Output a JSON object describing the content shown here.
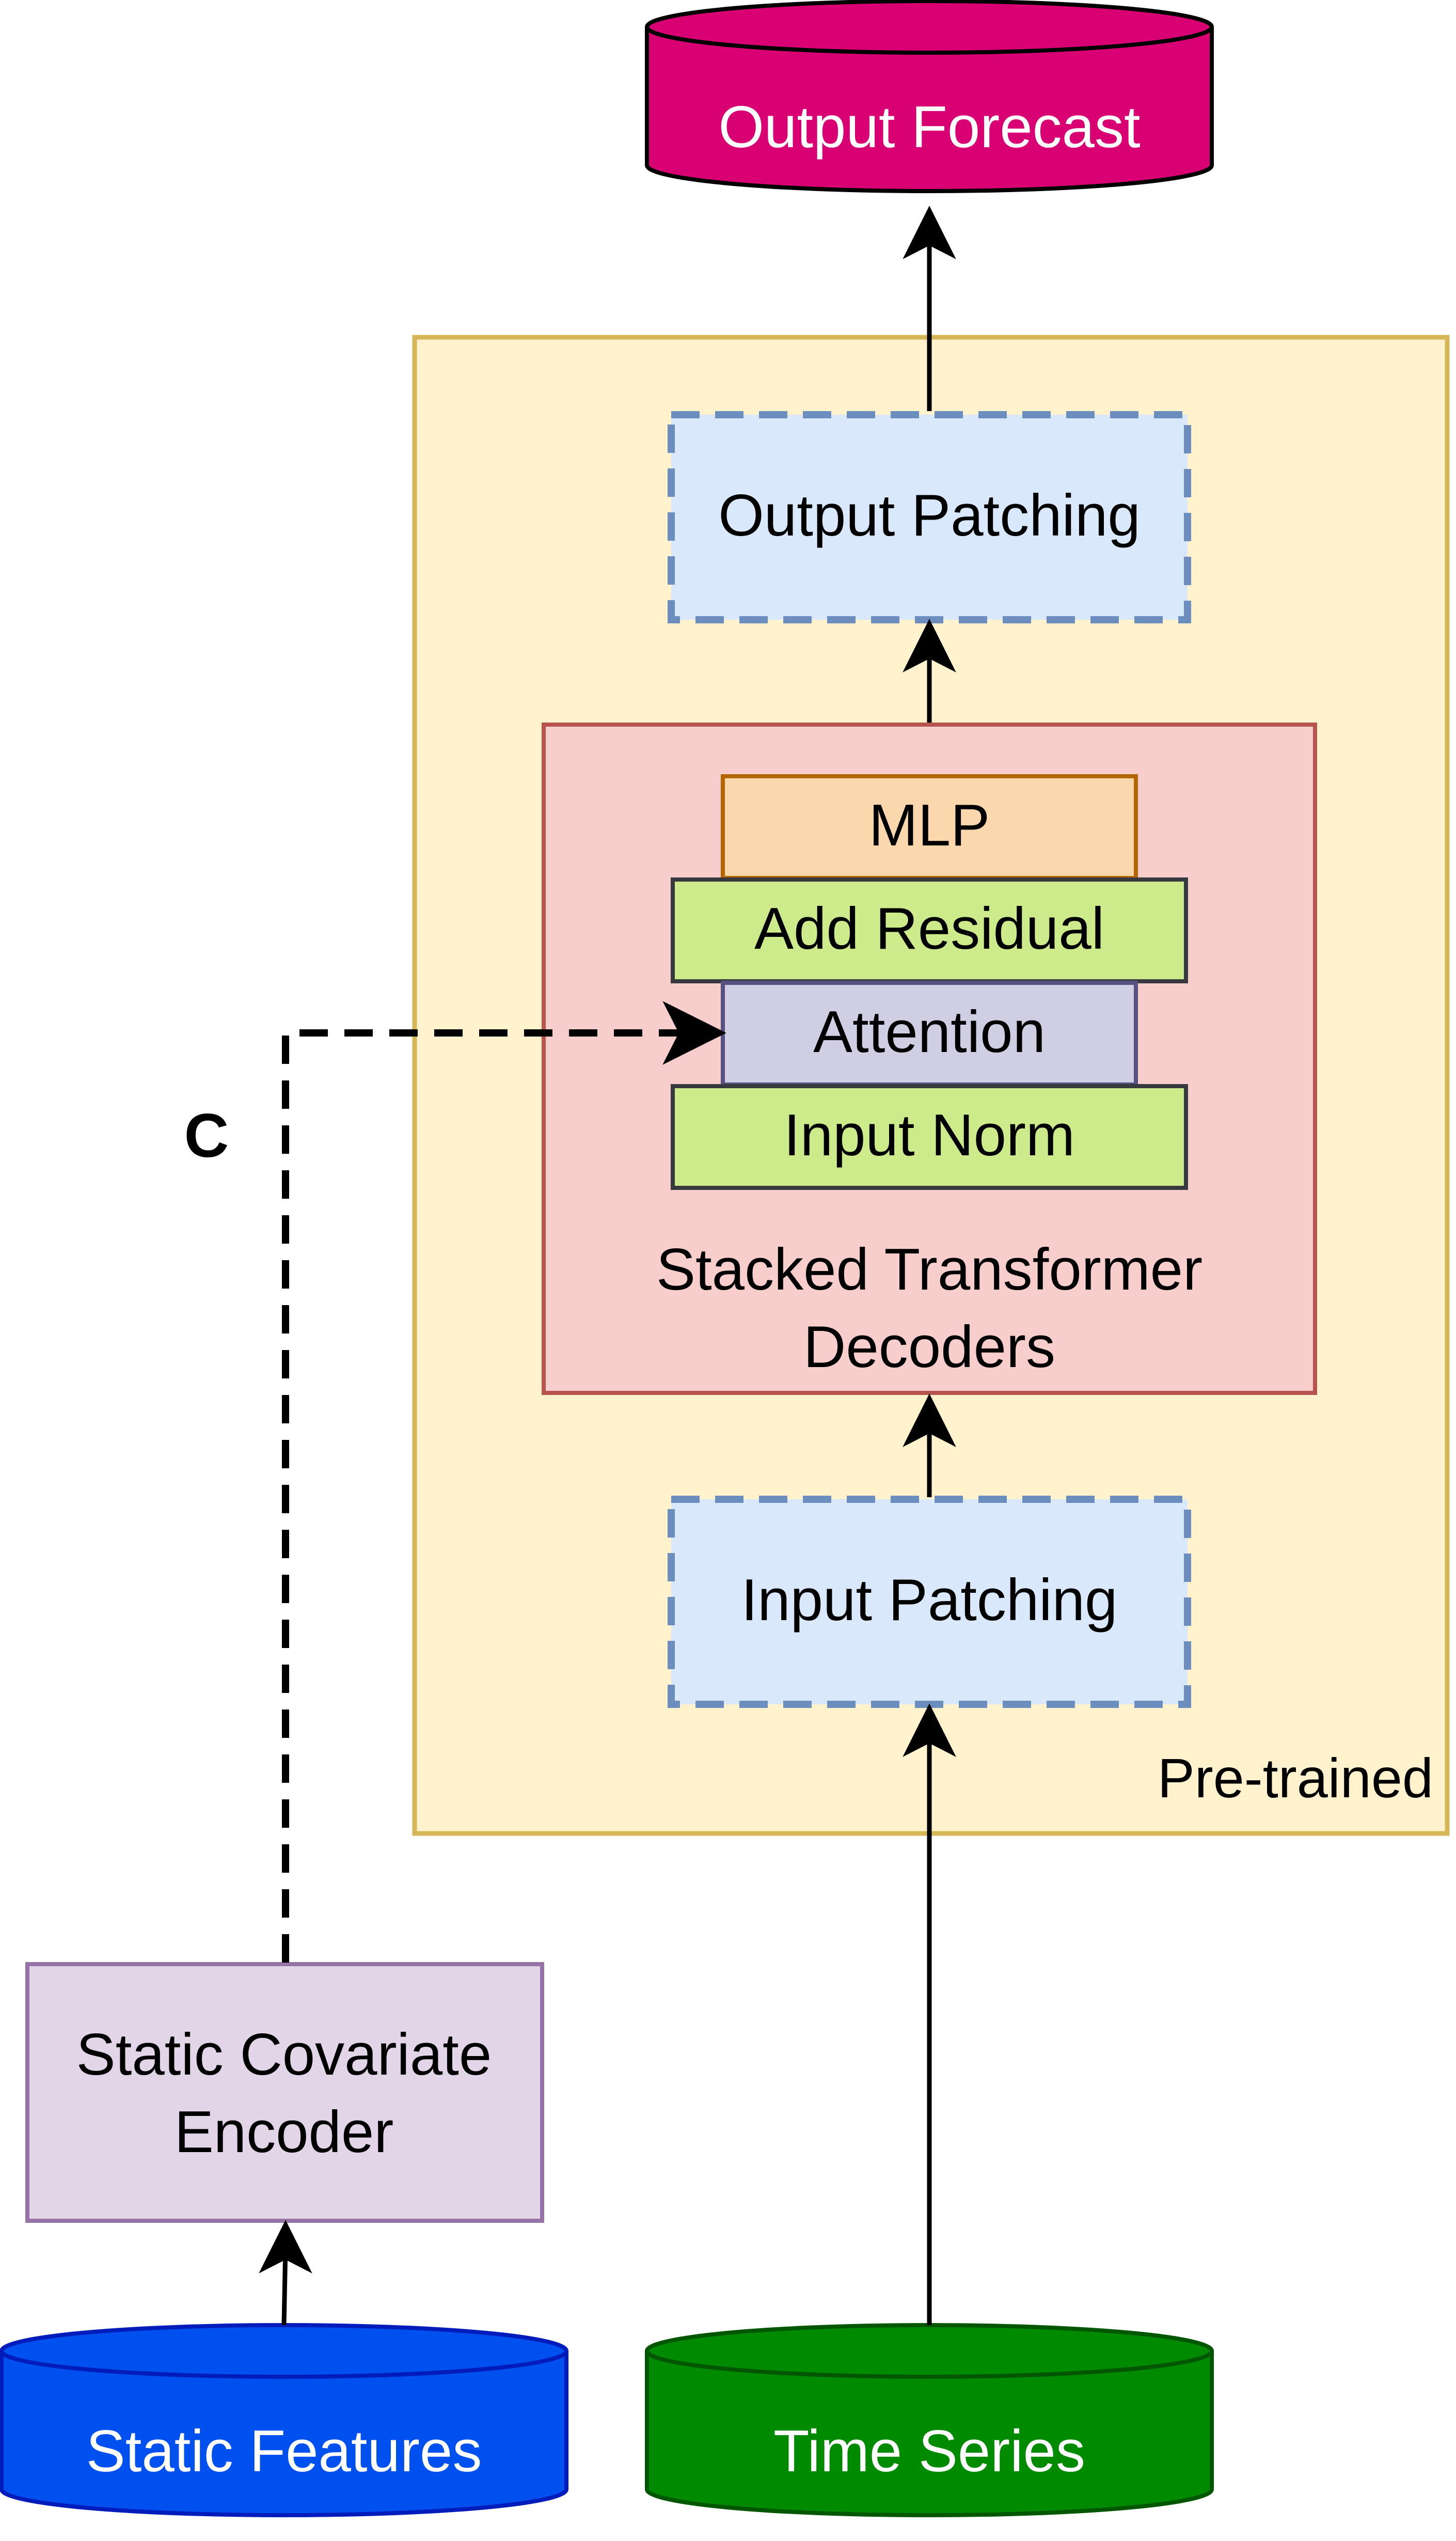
{
  "nodes": {
    "output_forecast": "Output Forecast",
    "output_patching": "Output Patching",
    "mlp": "MLP",
    "add_residual": "Add Residual",
    "attention": "Attention",
    "input_norm": "Input Norm",
    "stacked_decoders_line1": "Stacked Transformer",
    "stacked_decoders_line2": "Decoders",
    "input_patching": "Input Patching",
    "pretrained": "Pre-trained",
    "static_encoder_line1": "Static Covariate",
    "static_encoder_line2": "Encoder",
    "static_features": "Static Features",
    "time_series": "Time Series"
  },
  "edges": {
    "covariate_label": "C"
  },
  "colors": {
    "pretrained_fill": "#fff2cc",
    "pretrained_stroke": "#d6b656",
    "decoder_fill": "#f8cecc",
    "decoder_stroke": "#b85450",
    "patching_fill": "#dae8fc",
    "patching_stroke": "#6c8ebf",
    "mlp_fill": "#fad7ac",
    "mlp_stroke": "#b46504",
    "green_block_fill": "#cdeb8b",
    "green_block_stroke": "#36393d",
    "attention_fill": "#d0cee2",
    "attention_stroke": "#56517e",
    "encoder_fill": "#e1d5e7",
    "encoder_stroke": "#9673a6",
    "output_db_fill": "#d80073",
    "output_db_stroke": "#a50040",
    "static_db_fill": "#0050ef",
    "static_db_stroke": "#001dbc",
    "time_db_fill": "#008a00",
    "time_db_stroke": "#005700"
  }
}
